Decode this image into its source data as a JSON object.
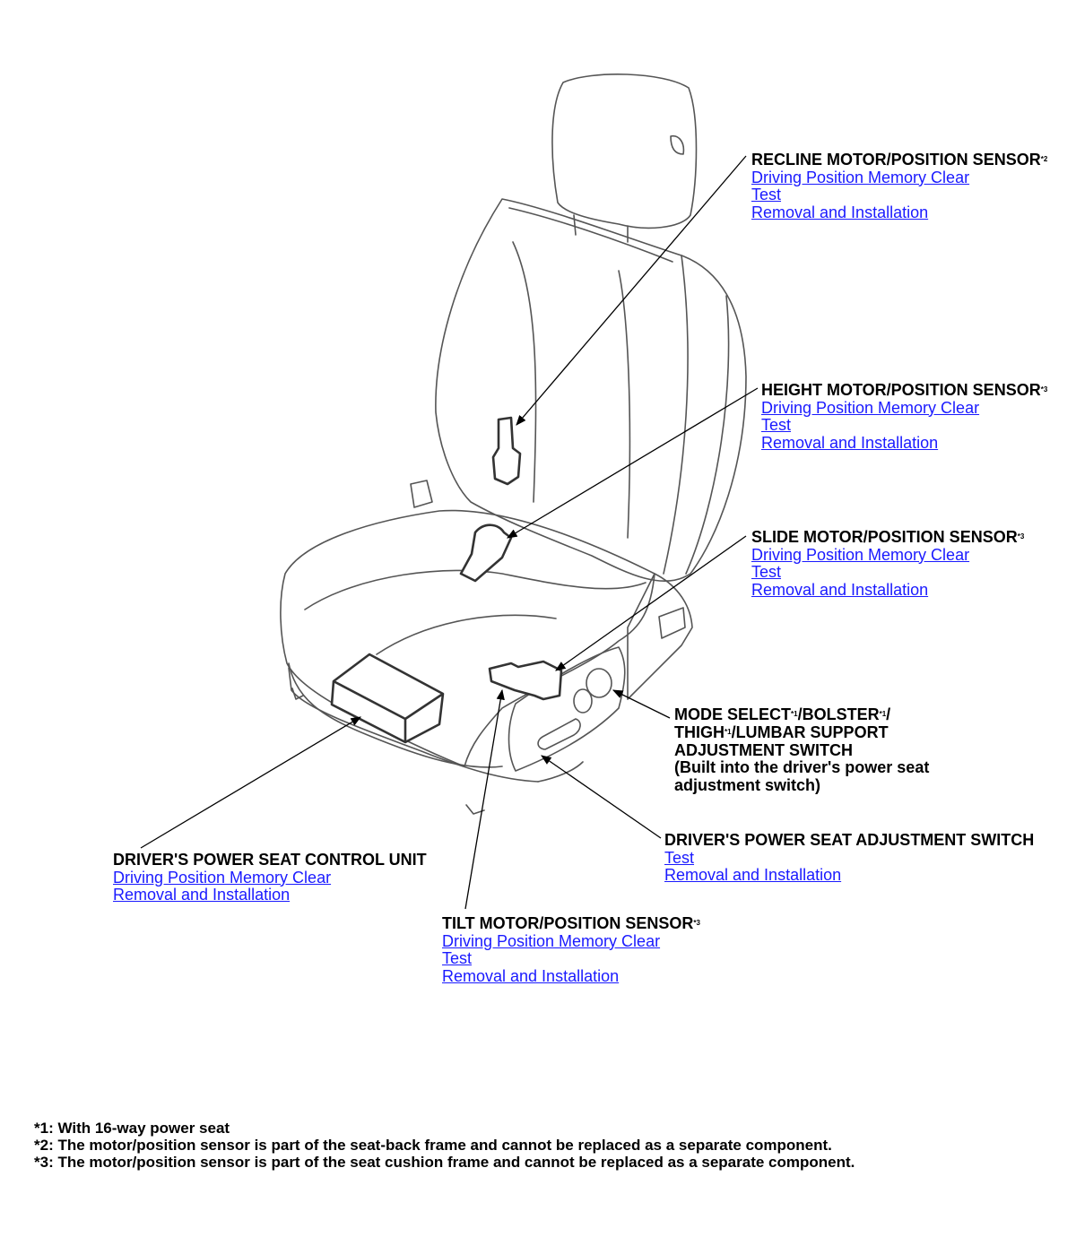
{
  "callouts": {
    "recline": {
      "title": "RECLINE MOTOR/POSITION SENSOR",
      "note": "*2",
      "links": [
        "Driving Position Memory Clear",
        "Test",
        "Removal and Installation"
      ]
    },
    "height": {
      "title": "HEIGHT MOTOR/POSITION SENSOR",
      "note": "*3",
      "links": [
        "Driving Position Memory Clear",
        "Test",
        "Removal and Installation"
      ]
    },
    "slide": {
      "title": "SLIDE MOTOR/POSITION SENSOR",
      "note": "*3",
      "links": [
        "Driving Position Memory Clear",
        "Test",
        "Removal and Installation"
      ]
    },
    "mode_select": {
      "line1_a": "MODE SELECT",
      "note1": "*1",
      "line1_b": "/BOLSTER",
      "note2": "*1",
      "line1_c": "/",
      "line2_a": "THIGH",
      "note3": "*1",
      "line2_b": "/LUMBAR SUPPORT",
      "line3": "ADJUSTMENT SWITCH",
      "line4": "(Built into the driver's power seat",
      "line5": "adjustment switch)"
    },
    "adjustment_switch": {
      "title": "DRIVER'S POWER SEAT ADJUSTMENT SWITCH",
      "links": [
        "Test",
        "Removal and Installation"
      ]
    },
    "control_unit": {
      "title": "DRIVER'S POWER SEAT CONTROL UNIT",
      "links": [
        "Driving Position Memory Clear",
        "Removal and Installation"
      ]
    },
    "tilt": {
      "title": "TILT MOTOR/POSITION SENSOR",
      "note": "*3",
      "links": [
        "Driving Position Memory Clear",
        "Test",
        "Removal and Installation"
      ]
    }
  },
  "footnotes": [
    "*1: With 16-way power seat",
    "*2: The motor/position sensor is part of the seat-back frame and cannot be replaced as a separate component.",
    "*3: The motor/position sensor is part of the seat cushion frame and cannot be replaced as a separate component."
  ],
  "colors": {
    "link": "#1a1aff",
    "line": "#000000",
    "outline": "#555555"
  }
}
